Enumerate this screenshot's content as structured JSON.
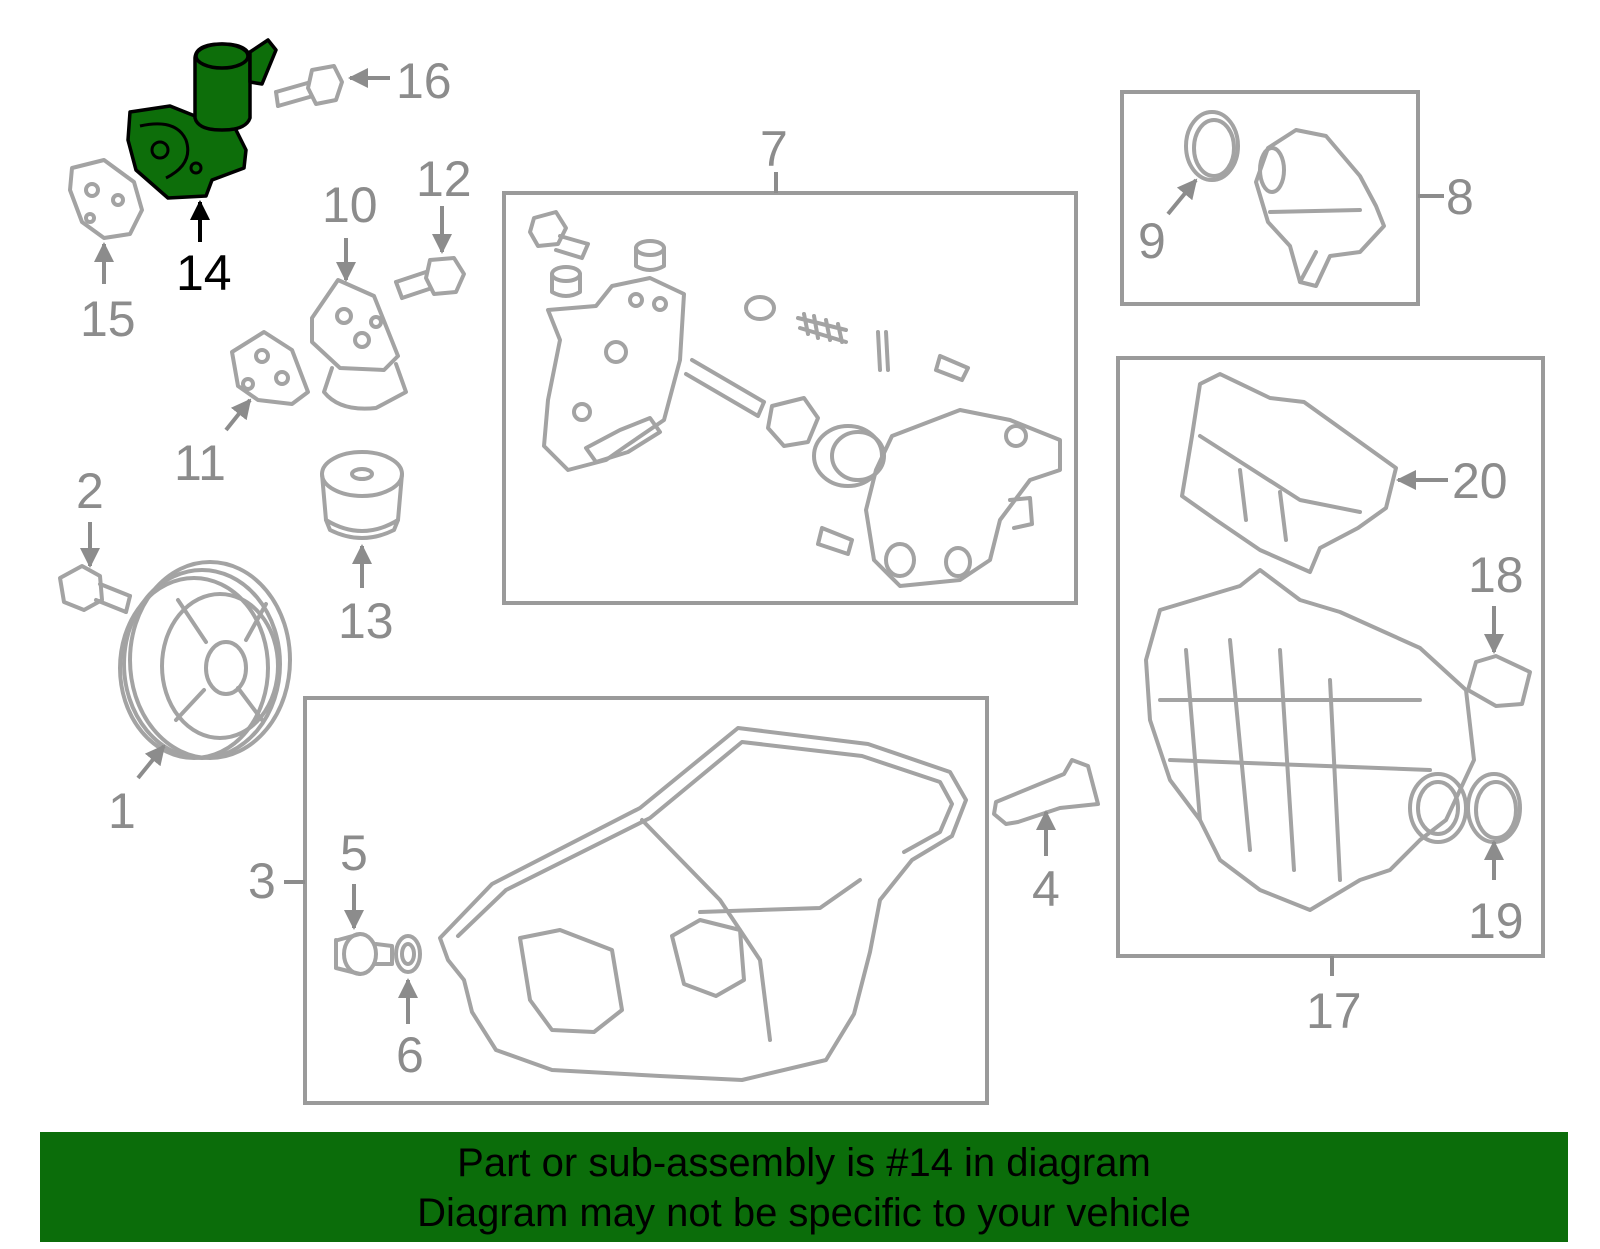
{
  "highlighted_part": "14",
  "highlight_color": "#0b6d0a",
  "callouts": [
    "1",
    "2",
    "3",
    "4",
    "5",
    "6",
    "7",
    "8",
    "9",
    "10",
    "11",
    "12",
    "13",
    "14",
    "15",
    "16",
    "17",
    "18",
    "19",
    "20"
  ],
  "banner": {
    "line1": "Part or sub-assembly is #14 in diagram",
    "line2": "Diagram may not be specific to your vehicle"
  }
}
